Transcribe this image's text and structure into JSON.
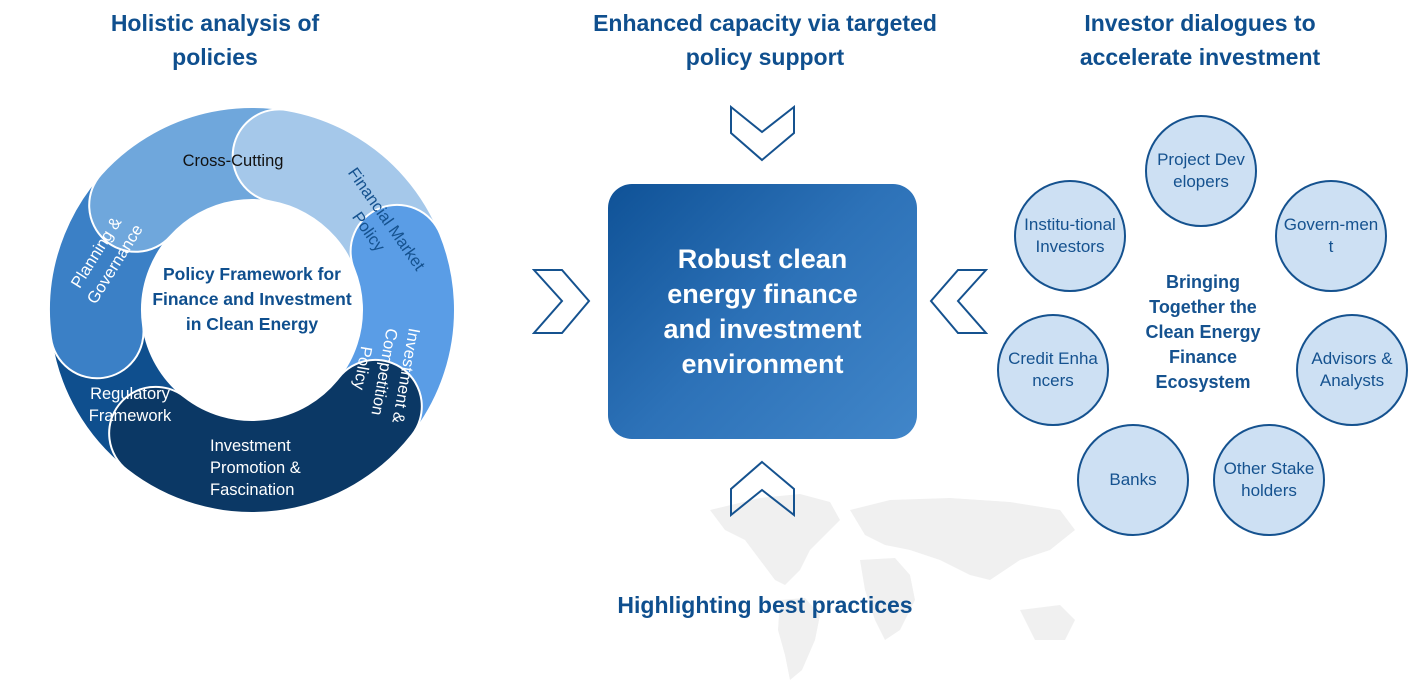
{
  "headings": {
    "left": "Holistic analysis of policies",
    "middle": "Enhanced capacity via targeted policy support",
    "right": "Investor dialogues to accelerate investment",
    "bottom": "Highlighting best practices"
  },
  "policy_ring": {
    "center_label": "Policy Framework for Finance and Investment in Clean Energy",
    "segments": [
      {
        "label": "Cross-Cutting",
        "color": "#6fa7dc"
      },
      {
        "label": "Financial Market Policy",
        "color": "#a5c8ea"
      },
      {
        "label": "Investment & Competition Policy",
        "color": "#5a9de6"
      },
      {
        "label": "Investment Promotion & Fascination",
        "color": "#0b3865"
      },
      {
        "label": "Regulatory Framework",
        "color": "#0f4f8e"
      },
      {
        "label": "Planning & Governance",
        "color": "#3b80c6"
      }
    ]
  },
  "center_box": {
    "label": "Robust clean energy finance and investment environment"
  },
  "ecosystem": {
    "center_label": "Bringing Together the Clean Energy Finance Ecosystem",
    "stakeholders": [
      {
        "label": "Project Developers"
      },
      {
        "label": "Govern-ment"
      },
      {
        "label": "Advisors & Analysts"
      },
      {
        "label": "Other Stakeholders"
      },
      {
        "label": "Banks"
      },
      {
        "label": "Credit Enhancers"
      },
      {
        "label": "Institu-tional Investors"
      }
    ]
  },
  "colors": {
    "primary": "#0f4f8e",
    "bubble_fill": "#cde0f3",
    "map": "#f0f0f0"
  }
}
